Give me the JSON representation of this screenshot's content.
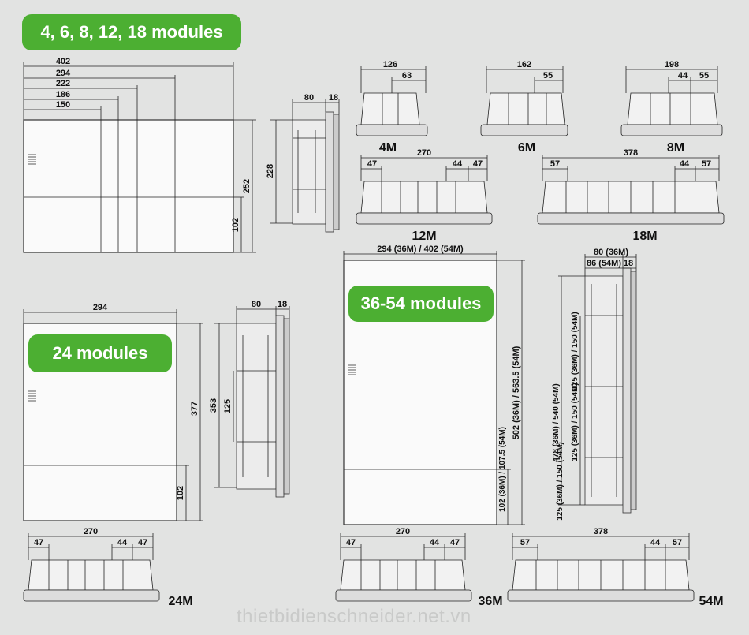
{
  "labels": {
    "badge_small": "4, 6, 8, 12, 18 modules",
    "badge_24": "24 modules",
    "badge_3654": "36-54 modules"
  },
  "dims": {
    "d402": "402",
    "d294": "294",
    "d222": "222",
    "d186": "186",
    "d150": "150",
    "d80": "80",
    "d18": "18",
    "d252": "252",
    "d228": "228",
    "d102": "102",
    "d126": "126",
    "d63": "63",
    "d162": "162",
    "d55": "55",
    "d198": "198",
    "d44": "44",
    "d270": "270",
    "d47": "47",
    "d378": "378",
    "d57": "57",
    "d377": "377",
    "d353": "353",
    "d125": "125",
    "w3654": "294 (36M) / 402 (54M)",
    "h3654": "502 (36M) / 563.5 (54M)",
    "b3654": "102 (36M) / 107.5 (54M)",
    "d80_36": "80 (36M)",
    "d86_54": "86 (54M)",
    "v478": "478 (36M) / 540 (54M)",
    "v125a": "125 (36M) / 150 (54M)",
    "v125b": "125 (36M) / 150 (54M)",
    "v125c": "125 (36M) / 150 (54M)"
  },
  "module_labels": {
    "m4": "4M",
    "m6": "6M",
    "m8": "8M",
    "m12": "12M",
    "m18": "18M",
    "m24": "24M",
    "m36": "36M",
    "m54": "54M"
  },
  "watermark": "thietbidienschneider.net.vn"
}
